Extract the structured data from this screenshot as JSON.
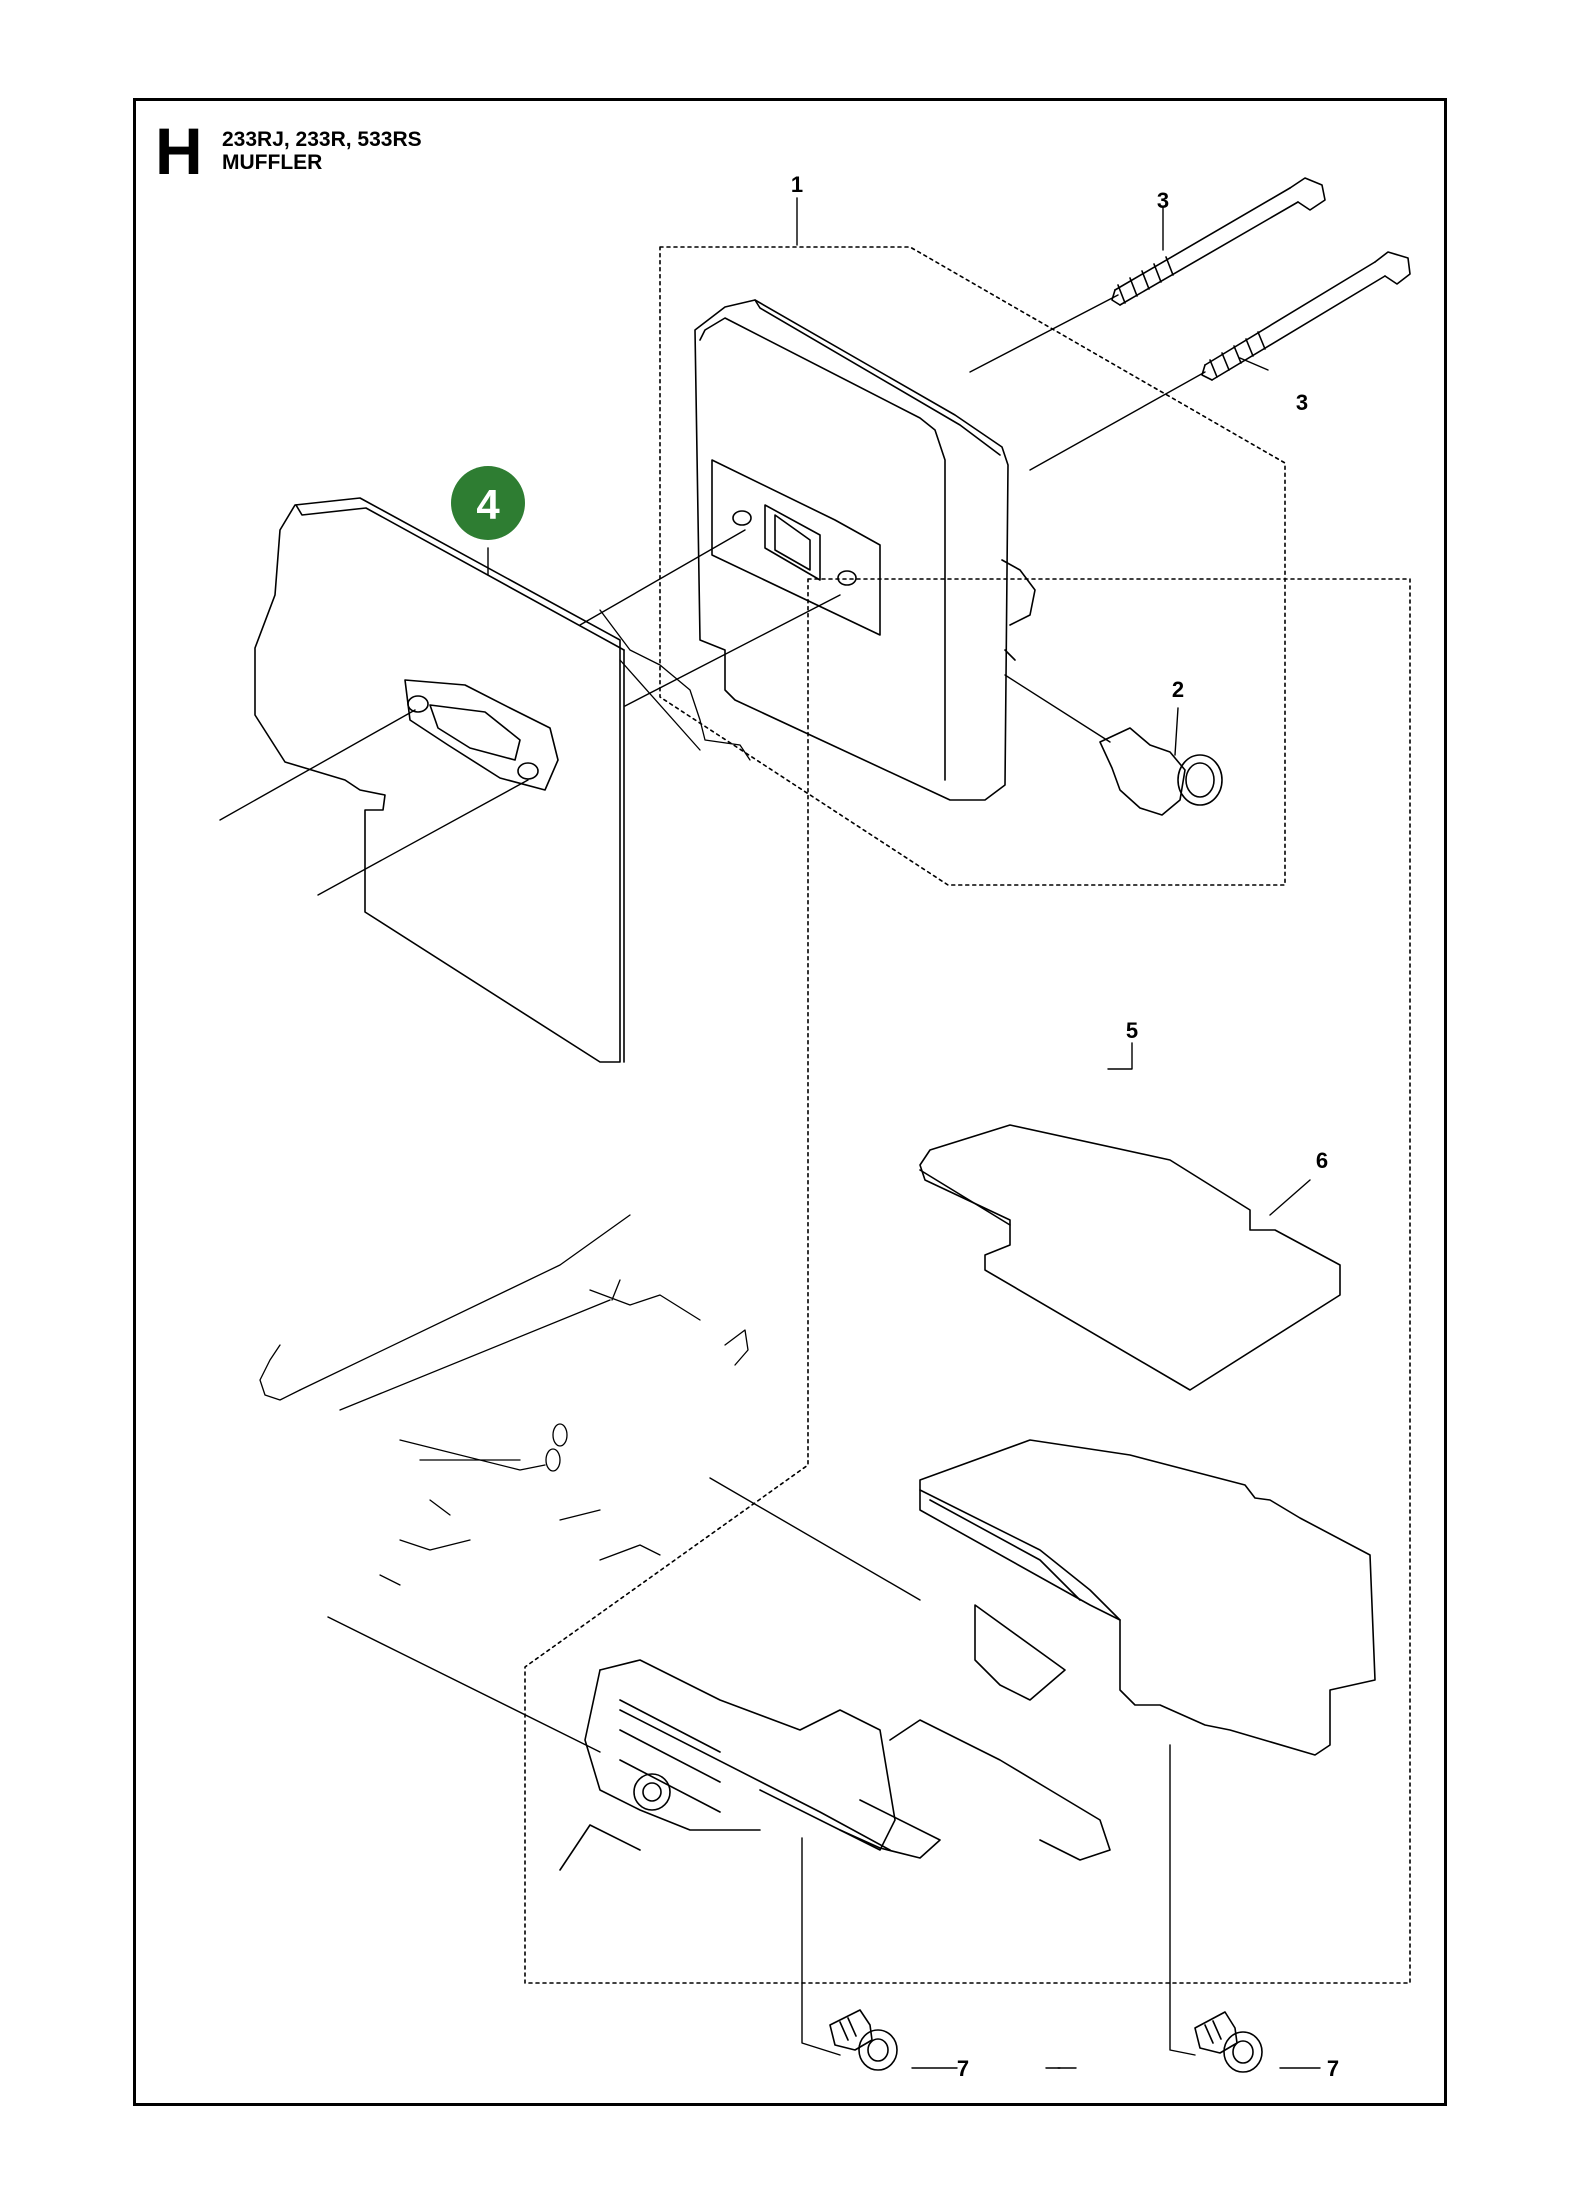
{
  "header": {
    "section_letter": "H",
    "models": "233RJ, 233R, 533RS",
    "title": "MUFFLER"
  },
  "callouts": {
    "p1": "1",
    "p2": "2",
    "p3a": "3",
    "p3b": "3",
    "p4": "4",
    "p5": "5",
    "p6": "6",
    "p7a": "7",
    "p7b": "7"
  },
  "colors": {
    "highlight_badge": "#2e7d32",
    "line": "#000000"
  }
}
